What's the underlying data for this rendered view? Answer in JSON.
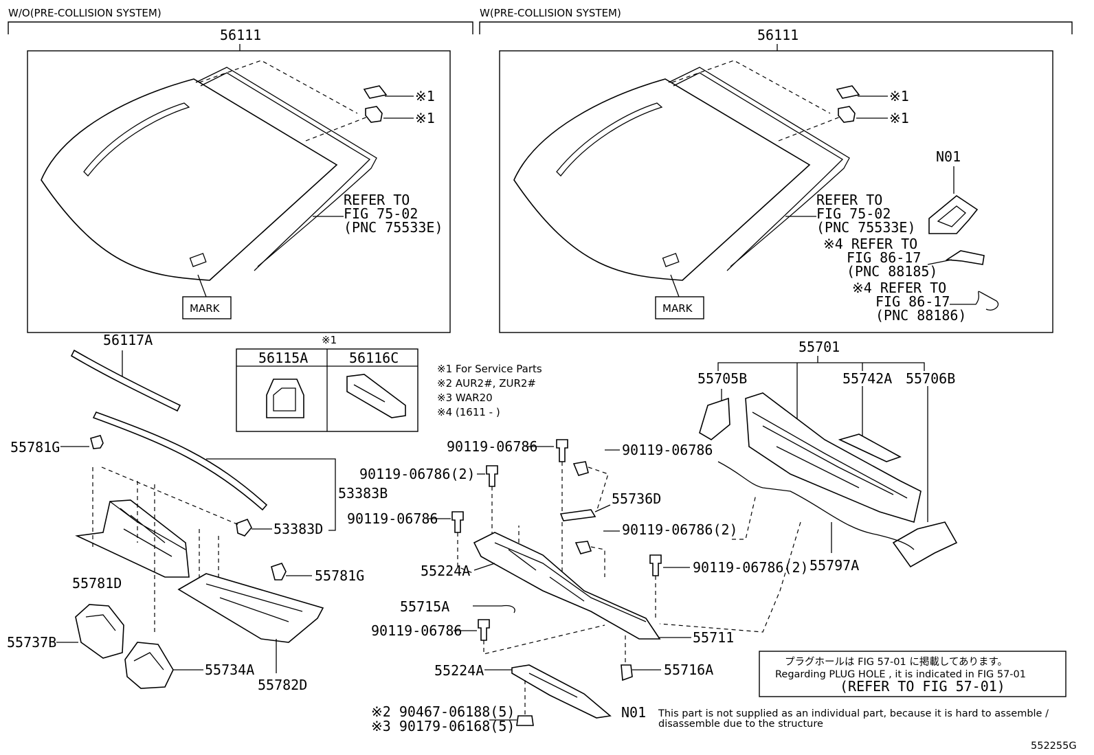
{
  "sections": {
    "left_header": "W/O(PRE-COLLISION SYSTEM)",
    "right_header": "W(PRE-COLLISION SYSTEM)"
  },
  "labels": {
    "p56111_left": "56111",
    "p56111_right": "56111",
    "note1": "※1",
    "refer_75_left": [
      "REFER TO",
      "FIG 75-02",
      "(PNC 75533E)"
    ],
    "refer_75_right": [
      "REFER TO",
      "FIG 75-02",
      "(PNC 75533E)"
    ],
    "refer_86_88185": [
      "※4 REFER TO",
      "FIG 86-17",
      "(PNC 88185)"
    ],
    "refer_86_88186": [
      "※4 REFER TO",
      "FIG 86-17",
      "(PNC 88186)"
    ],
    "n01": "N01",
    "mark": "MARK",
    "p56117A": "56117A",
    "p56115A": "56115A",
    "p56116C": "56116C",
    "p55781G": "55781G",
    "p53383B": "53383B",
    "p53383D": "53383D",
    "p55781D": "55781D",
    "p55737B": "55737B",
    "p55734A": "55734A",
    "p55782D": "55782D",
    "p90119_06786": "90119-06786",
    "p90119_06786_2": "90119-06786(2)",
    "p55736D": "55736D",
    "p55224A": "55224A",
    "p55715A": "55715A",
    "p55711": "55711",
    "p55716A": "55716A",
    "p90467": "※2 90467-06188(5)",
    "p90179": "※3 90179-06168(5)",
    "p55701": "55701",
    "p55705B": "55705B",
    "p55742A": "55742A",
    "p55706B": "55706B",
    "p55797A": "55797A",
    "diagram_id": "552255G"
  },
  "legend": [
    "※1 For Service Parts",
    "※2 AUR2#, ZUR2#",
    "※3 WAR20",
    "※4 (1611 -     )"
  ],
  "plug_hole": {
    "line1": "プラグホールは FIG 57-01 に掲載してあります。",
    "line2": "Regarding PLUG HOLE , it is indicated in FIG 57-01",
    "line3": "(REFER TO FIG 57-01)"
  },
  "n01_note": {
    "tag": "N01",
    "line1": "This part is not supplied as an individual part, because it is hard to assemble /",
    "line2": "disassemble due to the structure"
  }
}
